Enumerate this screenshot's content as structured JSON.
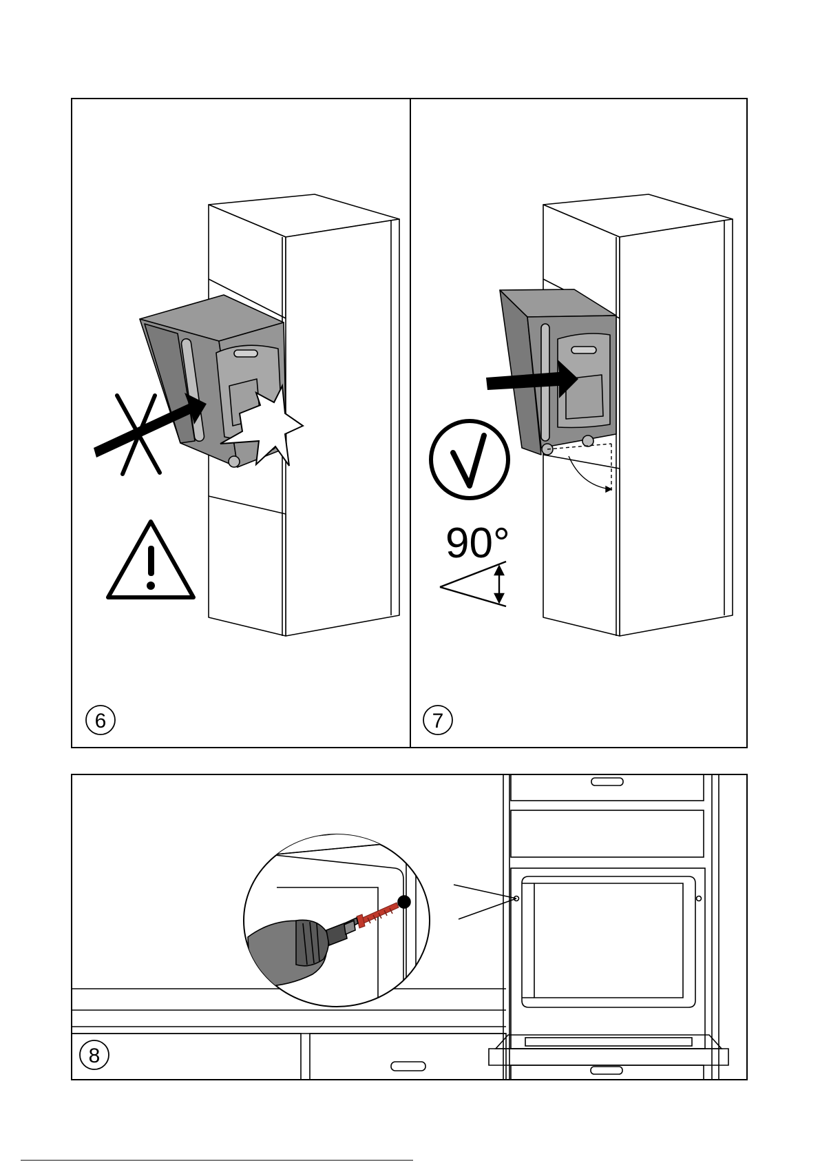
{
  "panels": [
    {
      "step": "6",
      "status": "incorrect",
      "symbols": [
        "cross-mark",
        "warning-triangle",
        "impact-burst"
      ]
    },
    {
      "step": "7",
      "status": "correct",
      "symbols": [
        "check-mark",
        "angle-indicator"
      ],
      "angle_label": "90°"
    },
    {
      "step": "8",
      "status": "fixing",
      "symbols": [
        "magnifier-callout",
        "drill",
        "screw"
      ]
    }
  ],
  "colors": {
    "line": "#000000",
    "appliance_fill": "#8c8c8c",
    "background": "#ffffff"
  }
}
